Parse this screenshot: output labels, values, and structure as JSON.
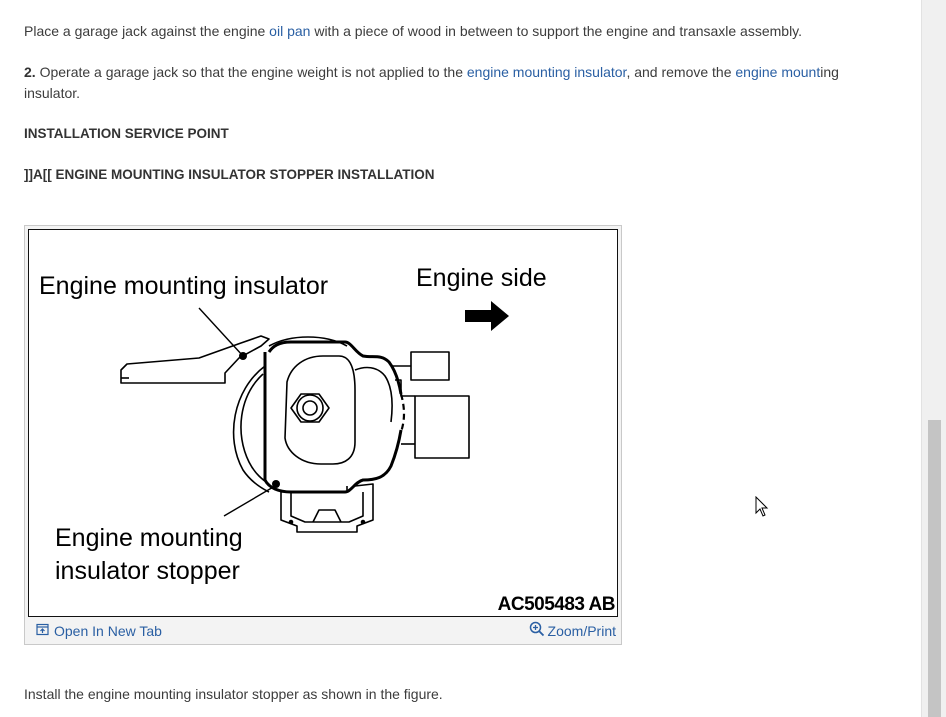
{
  "para1": {
    "pre": "Place a garage jack against the engine ",
    "link": "oil pan",
    "post": " with a piece of wood in between to support the engine and transaxle assembly."
  },
  "para2": {
    "num": "2.",
    "pre": " Operate a garage jack so that the engine weight is not applied to the ",
    "link1": "engine mounting insulator",
    "mid": ", and remove the ",
    "link2": "engine mount",
    "post": "ing insulator."
  },
  "heading1": "INSTALLATION SERVICE POINT",
  "heading2": "]]A[[ ENGINE MOUNTING INSULATOR STOPPER INSTALLATION",
  "figure": {
    "label_insulator": "Engine mounting insulator",
    "label_side": "Engine side",
    "label_stopper_1": "Engine mounting",
    "label_stopper_2": "insulator stopper",
    "code": "AC505483 AB"
  },
  "toolbar": {
    "open_new_tab": "Open In New Tab",
    "zoom_print": "Zoom/Print"
  },
  "para3": "Install the engine mounting insulator stopper as shown in the figure."
}
